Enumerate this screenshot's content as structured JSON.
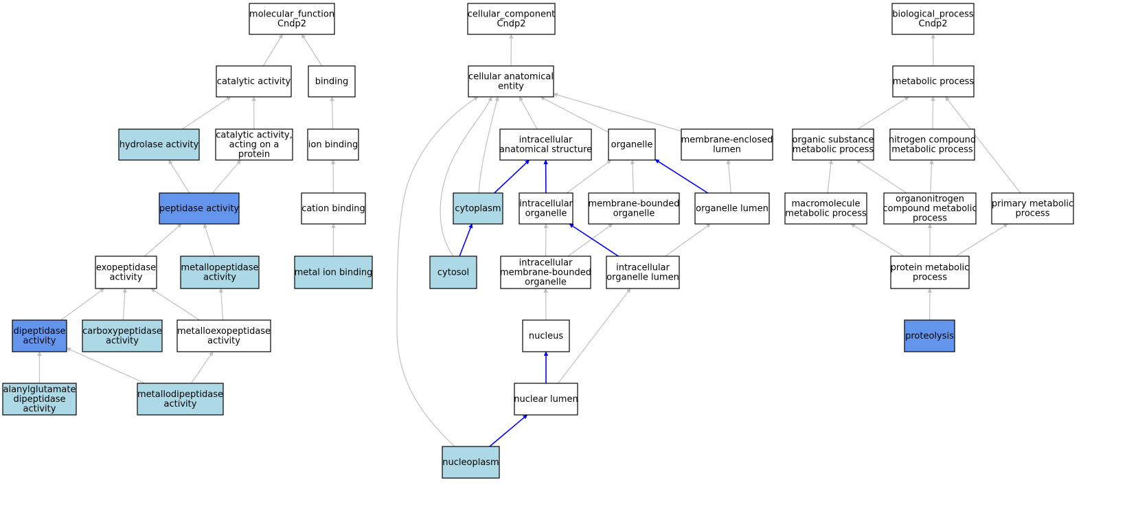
{
  "colors": {
    "default": "#ffffff",
    "light": "#add8e6",
    "strong": "#6495ed",
    "edge_normal": "#c0c0c0",
    "edge_highlight": "#0000ff"
  },
  "nodes": [
    {
      "id": "mf",
      "lines": [
        "molecular_function",
        "Cndp2"
      ],
      "fill": "default"
    },
    {
      "id": "catalytic",
      "lines": [
        "catalytic activity"
      ],
      "fill": "default"
    },
    {
      "id": "binding",
      "lines": [
        "binding"
      ],
      "fill": "default"
    },
    {
      "id": "hydrolase",
      "lines": [
        "hydrolase activity"
      ],
      "fill": "light"
    },
    {
      "id": "cat_protein",
      "lines": [
        "catalytic activity,",
        "acting on a",
        "protein"
      ],
      "fill": "default"
    },
    {
      "id": "ion_binding",
      "lines": [
        "ion binding"
      ],
      "fill": "default"
    },
    {
      "id": "peptidase",
      "lines": [
        "peptidase activity"
      ],
      "fill": "strong"
    },
    {
      "id": "cation",
      "lines": [
        "cation binding"
      ],
      "fill": "default"
    },
    {
      "id": "exopeptidase",
      "lines": [
        "exopeptidase",
        "activity"
      ],
      "fill": "default"
    },
    {
      "id": "metallopeptidase",
      "lines": [
        "metallopeptidase",
        "activity"
      ],
      "fill": "light"
    },
    {
      "id": "metal_ion",
      "lines": [
        "metal ion binding"
      ],
      "fill": "light"
    },
    {
      "id": "dipeptidase",
      "lines": [
        "dipeptidase",
        "activity"
      ],
      "fill": "strong"
    },
    {
      "id": "carboxy",
      "lines": [
        "carboxypeptidase",
        "activity"
      ],
      "fill": "light"
    },
    {
      "id": "metalloexo",
      "lines": [
        "metalloexopeptidase",
        "activity"
      ],
      "fill": "default"
    },
    {
      "id": "alanyl",
      "lines": [
        "alanylglutamate",
        "dipeptidase",
        "activity"
      ],
      "fill": "light"
    },
    {
      "id": "metallodi",
      "lines": [
        "metallodipeptidase",
        "activity"
      ],
      "fill": "light"
    },
    {
      "id": "cc",
      "lines": [
        "cellular_component",
        "Cndp2"
      ],
      "fill": "default"
    },
    {
      "id": "cae",
      "lines": [
        "cellular anatomical",
        "entity"
      ],
      "fill": "default"
    },
    {
      "id": "ias",
      "lines": [
        "intracellular",
        "anatomical structure"
      ],
      "fill": "default"
    },
    {
      "id": "organelle",
      "lines": [
        "organelle"
      ],
      "fill": "default"
    },
    {
      "id": "mel",
      "lines": [
        "membrane-enclosed",
        "lumen"
      ],
      "fill": "default"
    },
    {
      "id": "cytoplasm",
      "lines": [
        "cytoplasm"
      ],
      "fill": "light"
    },
    {
      "id": "io",
      "lines": [
        "intracellular",
        "organelle"
      ],
      "fill": "default"
    },
    {
      "id": "mbo",
      "lines": [
        "membrane-bounded",
        "organelle"
      ],
      "fill": "default"
    },
    {
      "id": "ol",
      "lines": [
        "organelle lumen"
      ],
      "fill": "default"
    },
    {
      "id": "cytosol",
      "lines": [
        "cytosol"
      ],
      "fill": "light"
    },
    {
      "id": "imbo",
      "lines": [
        "intracellular",
        "membrane-bounded",
        "organelle"
      ],
      "fill": "default"
    },
    {
      "id": "iol",
      "lines": [
        "intracellular",
        "organelle lumen"
      ],
      "fill": "default"
    },
    {
      "id": "nucleus",
      "lines": [
        "nucleus"
      ],
      "fill": "default"
    },
    {
      "id": "nuclear_lumen",
      "lines": [
        "nuclear lumen"
      ],
      "fill": "default"
    },
    {
      "id": "nucleoplasm",
      "lines": [
        "nucleoplasm"
      ],
      "fill": "light"
    },
    {
      "id": "bp",
      "lines": [
        "biological_process",
        "Cndp2"
      ],
      "fill": "default"
    },
    {
      "id": "metabolic",
      "lines": [
        "metabolic process"
      ],
      "fill": "default"
    },
    {
      "id": "osmp",
      "lines": [
        "organic substance",
        "metabolic process"
      ],
      "fill": "default"
    },
    {
      "id": "ncmp",
      "lines": [
        "nitrogen compound",
        "metabolic process"
      ],
      "fill": "default"
    },
    {
      "id": "mmp",
      "lines": [
        "macromolecule",
        "metabolic process"
      ],
      "fill": "default"
    },
    {
      "id": "ocmp",
      "lines": [
        "organonitrogen",
        "compound metabolic",
        "process"
      ],
      "fill": "default"
    },
    {
      "id": "pmp",
      "lines": [
        "primary metabolic",
        "process"
      ],
      "fill": "default"
    },
    {
      "id": "protmp",
      "lines": [
        "protein metabolic",
        "process"
      ],
      "fill": "default"
    },
    {
      "id": "proteolysis",
      "lines": [
        "proteolysis"
      ],
      "fill": "strong"
    }
  ],
  "edges": [
    {
      "from": "catalytic",
      "to": "mf",
      "style": "normal"
    },
    {
      "from": "binding",
      "to": "mf",
      "style": "normal"
    },
    {
      "from": "hydrolase",
      "to": "catalytic",
      "style": "normal"
    },
    {
      "from": "cat_protein",
      "to": "catalytic",
      "style": "normal"
    },
    {
      "from": "ion_binding",
      "to": "binding",
      "style": "normal"
    },
    {
      "from": "peptidase",
      "to": "hydrolase",
      "style": "normal"
    },
    {
      "from": "peptidase",
      "to": "cat_protein",
      "style": "normal"
    },
    {
      "from": "cation",
      "to": "ion_binding",
      "style": "normal"
    },
    {
      "from": "exopeptidase",
      "to": "peptidase",
      "style": "normal"
    },
    {
      "from": "metallopeptidase",
      "to": "peptidase",
      "style": "normal"
    },
    {
      "from": "metal_ion",
      "to": "cation",
      "style": "normal"
    },
    {
      "from": "dipeptidase",
      "to": "exopeptidase",
      "style": "normal"
    },
    {
      "from": "carboxy",
      "to": "exopeptidase",
      "style": "normal"
    },
    {
      "from": "metalloexo",
      "to": "exopeptidase",
      "style": "normal"
    },
    {
      "from": "metalloexo",
      "to": "metallopeptidase",
      "style": "normal"
    },
    {
      "from": "alanyl",
      "to": "dipeptidase",
      "style": "normal"
    },
    {
      "from": "metallodi",
      "to": "dipeptidase",
      "style": "normal"
    },
    {
      "from": "metallodi",
      "to": "metalloexo",
      "style": "normal"
    },
    {
      "from": "cae",
      "to": "cc",
      "style": "normal"
    },
    {
      "from": "ias",
      "to": "cae",
      "style": "normal"
    },
    {
      "from": "organelle",
      "to": "cae",
      "style": "normal"
    },
    {
      "from": "mel",
      "to": "cae",
      "style": "normal"
    },
    {
      "from": "cytoplasm",
      "to": "cae",
      "style": "normal"
    },
    {
      "from": "cytosol",
      "to": "cae",
      "style": "normal"
    },
    {
      "from": "nucleoplasm",
      "to": "cae",
      "style": "normal"
    },
    {
      "from": "cytoplasm",
      "to": "ias",
      "style": "highlight"
    },
    {
      "from": "io",
      "to": "ias",
      "style": "highlight"
    },
    {
      "from": "io",
      "to": "organelle",
      "style": "normal"
    },
    {
      "from": "mbo",
      "to": "organelle",
      "style": "normal"
    },
    {
      "from": "ol",
      "to": "organelle",
      "style": "highlight"
    },
    {
      "from": "ol",
      "to": "mel",
      "style": "normal"
    },
    {
      "from": "cytosol",
      "to": "cytoplasm",
      "style": "highlight"
    },
    {
      "from": "imbo",
      "to": "io",
      "style": "normal"
    },
    {
      "from": "imbo",
      "to": "mbo",
      "style": "normal"
    },
    {
      "from": "iol",
      "to": "io",
      "style": "highlight"
    },
    {
      "from": "iol",
      "to": "ol",
      "style": "normal"
    },
    {
      "from": "nucleus",
      "to": "imbo",
      "style": "normal"
    },
    {
      "from": "nuclear_lumen",
      "to": "nucleus",
      "style": "highlight"
    },
    {
      "from": "nuclear_lumen",
      "to": "iol",
      "style": "normal"
    },
    {
      "from": "nucleoplasm",
      "to": "nuclear_lumen",
      "style": "highlight"
    },
    {
      "from": "metabolic",
      "to": "bp",
      "style": "normal"
    },
    {
      "from": "osmp",
      "to": "metabolic",
      "style": "normal"
    },
    {
      "from": "ncmp",
      "to": "metabolic",
      "style": "normal"
    },
    {
      "from": "pmp",
      "to": "metabolic",
      "style": "normal"
    },
    {
      "from": "mmp",
      "to": "osmp",
      "style": "normal"
    },
    {
      "from": "ocmp",
      "to": "osmp",
      "style": "normal"
    },
    {
      "from": "ocmp",
      "to": "ncmp",
      "style": "normal"
    },
    {
      "from": "protmp",
      "to": "mmp",
      "style": "normal"
    },
    {
      "from": "protmp",
      "to": "ocmp",
      "style": "normal"
    },
    {
      "from": "protmp",
      "to": "pmp",
      "style": "normal"
    },
    {
      "from": "proteolysis",
      "to": "protmp",
      "style": "normal"
    }
  ]
}
